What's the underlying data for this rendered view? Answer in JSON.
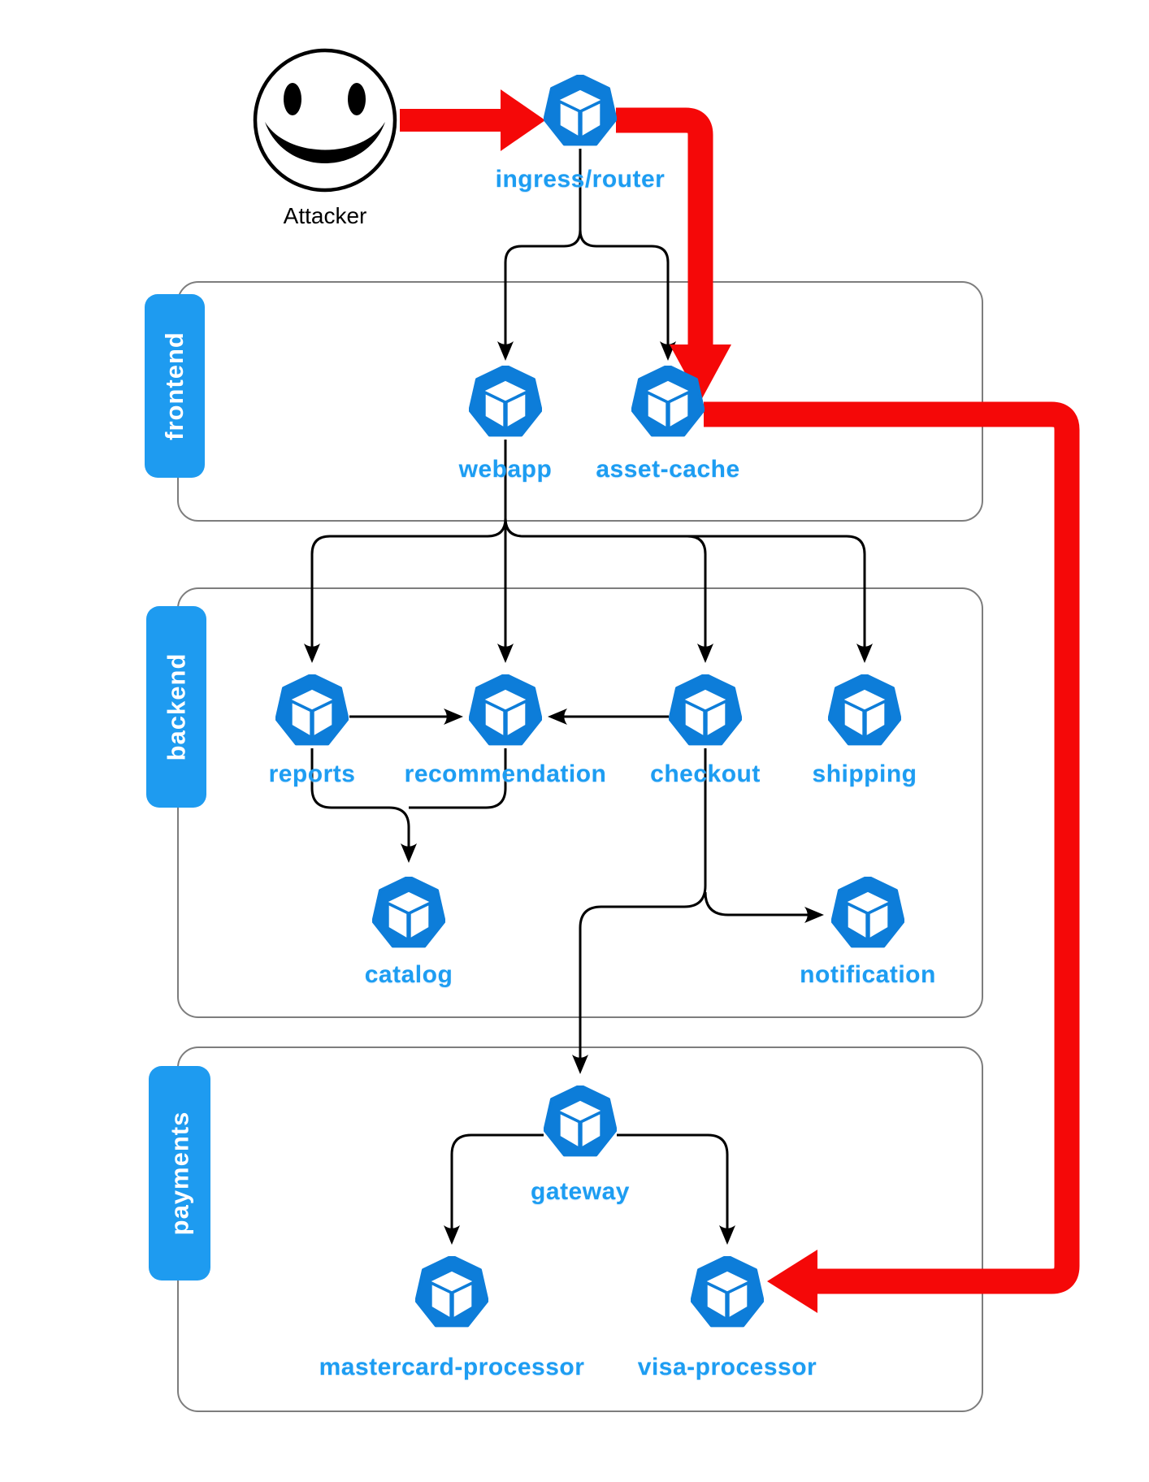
{
  "actor": {
    "label": "Attacker"
  },
  "groups": {
    "frontend": {
      "label": "frontend",
      "members": [
        "webapp",
        "asset-cache"
      ]
    },
    "backend": {
      "label": "backend",
      "members": [
        "reports",
        "recommendation",
        "checkout",
        "shipping",
        "catalog",
        "notification"
      ]
    },
    "payments": {
      "label": "payments",
      "members": [
        "gateway",
        "mastercard-processor",
        "visa-processor"
      ]
    }
  },
  "nodes": {
    "ingress": {
      "label": "ingress/router"
    },
    "webapp": {
      "label": "webapp"
    },
    "asset_cache": {
      "label": "asset-cache"
    },
    "reports": {
      "label": "reports"
    },
    "recommendation": {
      "label": "recommendation"
    },
    "checkout": {
      "label": "checkout"
    },
    "shipping": {
      "label": "shipping"
    },
    "catalog": {
      "label": "catalog"
    },
    "notification": {
      "label": "notification"
    },
    "gateway": {
      "label": "gateway"
    },
    "mastercard": {
      "label": "mastercard-processor"
    },
    "visa": {
      "label": "visa-processor"
    }
  },
  "edges": [
    {
      "from": "Attacker",
      "to": "ingress/router",
      "type": "attack"
    },
    {
      "from": "ingress/router",
      "to": "webapp",
      "type": "normal"
    },
    {
      "from": "ingress/router",
      "to": "asset-cache",
      "type": "normal"
    },
    {
      "from": "ingress/router",
      "to": "asset-cache",
      "type": "attack"
    },
    {
      "from": "asset-cache",
      "to": "visa-processor",
      "type": "attack"
    },
    {
      "from": "webapp",
      "to": "reports",
      "type": "normal"
    },
    {
      "from": "webapp",
      "to": "recommendation",
      "type": "normal"
    },
    {
      "from": "webapp",
      "to": "checkout",
      "type": "normal"
    },
    {
      "from": "webapp",
      "to": "shipping",
      "type": "normal"
    },
    {
      "from": "reports",
      "to": "recommendation",
      "type": "normal"
    },
    {
      "from": "checkout",
      "to": "recommendation",
      "type": "normal"
    },
    {
      "from": "reports",
      "to": "catalog",
      "type": "normal"
    },
    {
      "from": "recommendation",
      "to": "catalog",
      "type": "normal"
    },
    {
      "from": "checkout",
      "to": "notification",
      "type": "normal"
    },
    {
      "from": "checkout",
      "to": "gateway",
      "type": "normal"
    },
    {
      "from": "gateway",
      "to": "mastercard-processor",
      "type": "normal"
    },
    {
      "from": "gateway",
      "to": "visa-processor",
      "type": "normal"
    }
  ],
  "colors": {
    "node_blue": "#0d7dd9",
    "label_blue": "#1d9df2",
    "badge_blue": "#1e9bf0",
    "attack_red": "#f50808",
    "edge": "#000000",
    "box_border": "#7d7d7d",
    "background": "#ffffff"
  }
}
